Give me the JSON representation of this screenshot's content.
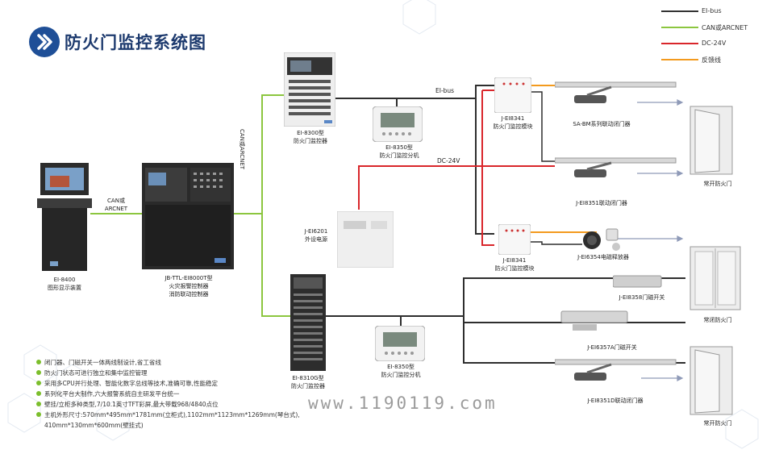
{
  "title": "防火门监控系统图",
  "legend": [
    {
      "label": "EI-bus",
      "color": "#333333"
    },
    {
      "label": "CAN或ARCNET",
      "color": "#8cc63f"
    },
    {
      "label": "DC-24V",
      "color": "#d9262b"
    },
    {
      "label": "反馈线",
      "color": "#f39a1e"
    }
  ],
  "bus_labels": {
    "eibus": "EI-bus",
    "dc24v": "DC-24V",
    "can_vertical": "CAN或ARCNET",
    "can_left": "CAN或\nARCNET"
  },
  "devices": {
    "ei8400": "EI-8400\n图形显示装置",
    "jbttl": "JB-TTL-EI8000T型\n火灾报警控制器\n消防联动控制器",
    "ei8300": "EI-8300型\n防火门监控器",
    "ei8350_top": "EI-8350型\n防火门监控分机",
    "ei6201": "J-EI6201\n外设电源",
    "ei8310g": "EI-8310G型\n防火门监控器",
    "ei8350_bottom": "EI-8350型\n防火门监控分机",
    "ei8341_top": "J-EI8341\n防火门监控模块",
    "ei8341_mid": "J-EI8341\n防火门监控模块",
    "sabm": "SA-BM系列联动闭门器",
    "ei8351": "J-EI8351联动闭门器",
    "ei6354": "J-EI6354电磁释放器",
    "ei8358": "J-EI8358门磁开关",
    "ei6357a": "J-EI6357A门磁开关",
    "ei8351d": "J-EI8351D联动闭门器",
    "door1": "常开防火门",
    "door2": "常闭防火门",
    "door3": "常开防火门"
  },
  "features": [
    "闭门器、门磁开关一体两线制设计,省工省线",
    "防火门状态可进行独立和集中监控管理",
    "采用多CPU并行处理、智能化数字总线等技术,准确可靠,性能稳定",
    "系列化平台大制作,六大报警系统自主研发平台统一",
    "壁挂/立柜多种类型,7/10.1英寸TFT彩屏,最大带载968/4840点位",
    "主机外形尺寸:570mm*495mm*1781mm(立柜式),1102mm*1123mm*1269mm(琴台式),",
    "410mm*130mm*600mm(壁挂式)"
  ],
  "watermark": "www.1190119.com",
  "colors": {
    "brand": "#1f4f97",
    "can": "#8cc63f",
    "dc": "#d9262b",
    "feedback": "#f39a1e",
    "bus": "#333333",
    "feature_dot": "#7cbe2c"
  }
}
